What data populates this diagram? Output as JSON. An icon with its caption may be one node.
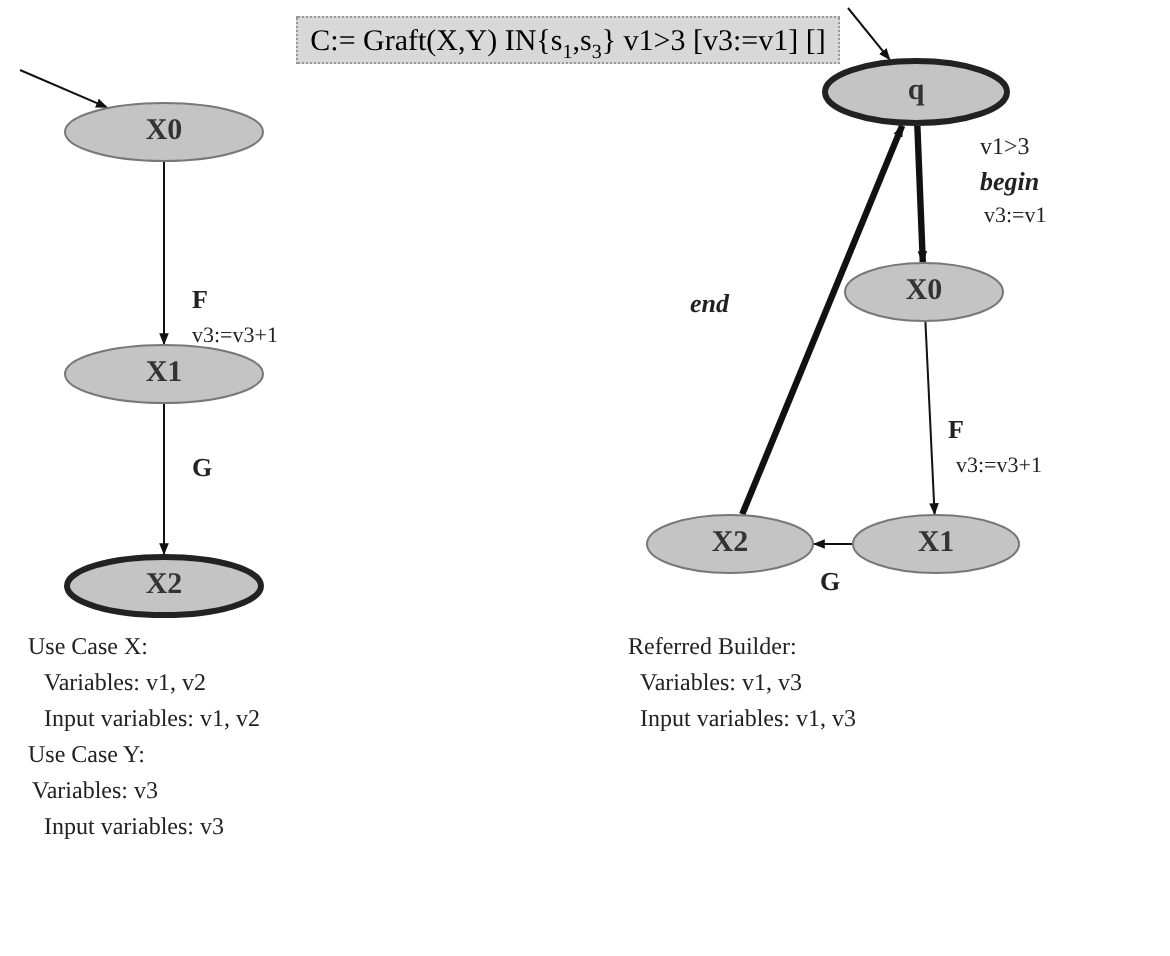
{
  "diagram": {
    "title": "C:= Graft(X,Y) IN{s$_{1}$,s$_{3}$} v1>3 [v3:=v1] []",
    "nodes": [
      {
        "text": [
          "X0"
        ]
      },
      {
        "text": [
          "X1"
        ]
      },
      {
        "text": [
          "X2"
        ]
      },
      {
        "text": [
          "q"
        ]
      },
      {
        "text": [
          "X0"
        ]
      },
      {
        "text": [
          "X1"
        ]
      },
      {
        "text": [
          "X2"
        ]
      }
    ],
    "edges": [
      {
        "from": null,
        "to": 0,
        "arrow": "to"
      },
      {
        "from": 0,
        "to": 1,
        "arrow": "to",
        "label": "F"
      },
      {
        "from": 1,
        "to": 2,
        "arrow": "to",
        "label": "G"
      },
      {
        "from": null,
        "to": 3,
        "arrow": "to"
      },
      {
        "from": 3,
        "to": 4,
        "arrow": "to",
        "label": "begin",
        "style": "thick"
      },
      {
        "from": 4,
        "to": 5,
        "arrow": "to",
        "label": "F"
      },
      {
        "from": 5,
        "to": 6,
        "arrow": "to",
        "label": "G"
      },
      {
        "from": 6,
        "to": 3,
        "arrow": "to",
        "label": "end",
        "style": "thick"
      }
    ],
    "labels": [
      "v3:=v3+1",
      "v1>3",
      "v3:=v1",
      "v3:=v3+1",
      "Use Case X:",
      "Variables: v1, v2",
      "Input variables: v1, v2",
      "Use Case Y:",
      "Variables: v3",
      "Input variables: v3",
      "Referred Builder:",
      "Variables: v1, v3",
      "Input variables: v1, v3"
    ]
  }
}
